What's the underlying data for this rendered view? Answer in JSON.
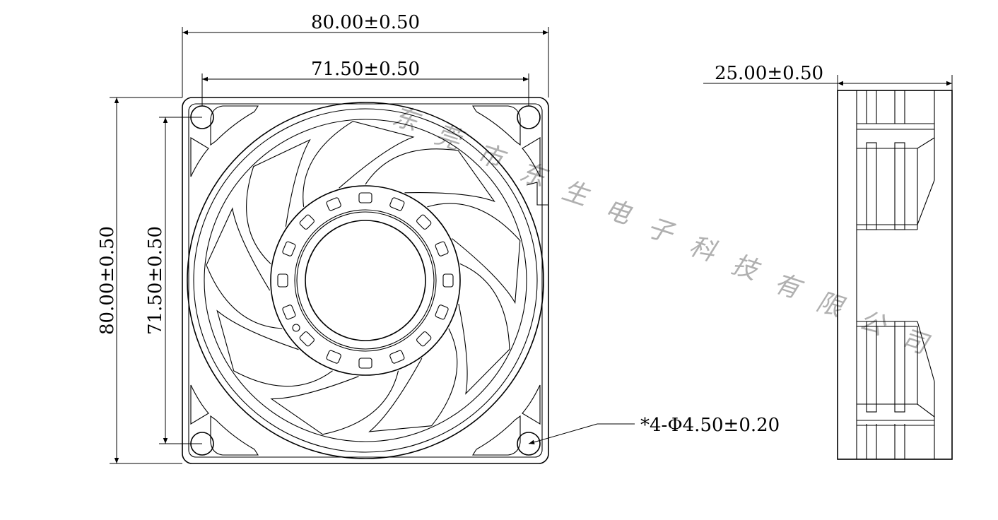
{
  "dimensions": {
    "overall_width": "80.00±0.50",
    "hole_spacing_width": "71.50±0.50",
    "overall_height": "80.00±0.50",
    "hole_spacing_height": "71.50±0.50",
    "thickness": "25.00±0.50",
    "mount_holes": "*4-Φ4.50±0.20"
  },
  "watermark": {
    "chars": [
      "东",
      "莞",
      "市",
      "东",
      "生",
      "电",
      "子",
      "科",
      "技",
      "有",
      "限",
      "公",
      "司"
    ]
  },
  "colors": {
    "line": "#000000",
    "watermark": "#b0b0b0",
    "background": "#ffffff"
  }
}
